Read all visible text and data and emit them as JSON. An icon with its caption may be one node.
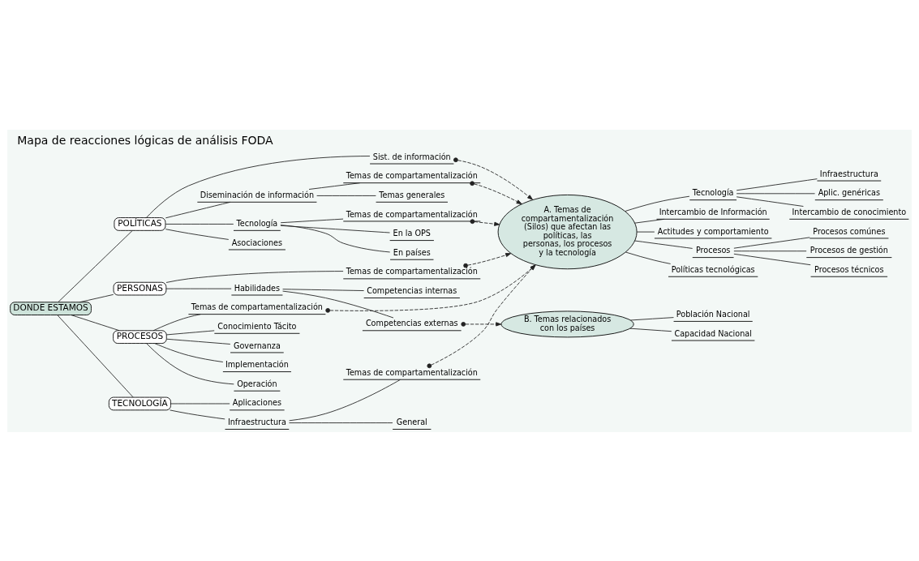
{
  "diagram": {
    "title": "Mapa de reacciones lógicas de análisis FODA",
    "nodes": [
      {
        "text": [
          "DONDE ESTAMOS"
        ]
      },
      {
        "text": [
          "POLÍTICAS"
        ]
      },
      {
        "text": [
          "Asociaciones"
        ]
      },
      {
        "text": [
          "Sist. de información"
        ]
      },
      {
        "text": [
          "Diseminación de información"
        ]
      },
      {
        "text": [
          "Temas generales"
        ]
      },
      {
        "text": [
          "Temas de compartamentalización"
        ]
      },
      {
        "text": [
          "Tecnología"
        ]
      },
      {
        "text": [
          "En la OPS"
        ]
      },
      {
        "text": [
          "En países"
        ]
      },
      {
        "text": [
          "Temas de compartamentalización"
        ]
      },
      {
        "text": [
          "PERSONAS"
        ]
      },
      {
        "text": [
          "Habilidades"
        ]
      },
      {
        "text": [
          "Competencias internas"
        ]
      },
      {
        "text": [
          "Competencias externas"
        ]
      },
      {
        "text": [
          "Temas de compartamentalización"
        ]
      },
      {
        "text": [
          "PROCESOS"
        ]
      },
      {
        "text": [
          "Governanza"
        ]
      },
      {
        "text": [
          "Implementación"
        ]
      },
      {
        "text": [
          "Operación"
        ]
      },
      {
        "text": [
          "Conocimiento Tácito"
        ]
      },
      {
        "text": [
          "Temas de compartamentalización"
        ]
      },
      {
        "text": [
          "TECNOLOGÍA"
        ]
      },
      {
        "text": [
          "Infraestructura"
        ]
      },
      {
        "text": [
          "General"
        ]
      },
      {
        "text": [
          "Temas de compartamentalización"
        ]
      },
      {
        "text": [
          "Aplicaciones"
        ]
      },
      {
        "text": [
          "A. Temas de compartamentalización (Silos) que afectan las políticas, las personas, los procesos y la tecnología"
        ]
      },
      {
        "text": [
          "Intercambio de Información"
        ]
      },
      {
        "text": [
          "Actitudes y comportamiento"
        ]
      },
      {
        "text": [
          "Procesos"
        ]
      },
      {
        "text": [
          "Procesos comúnes"
        ]
      },
      {
        "text": [
          "Procesos de gestión"
        ]
      },
      {
        "text": [
          "Procesos técnicos"
        ]
      },
      {
        "text": [
          "Políticas tecnológicas"
        ]
      },
      {
        "text": [
          "Tecnología"
        ]
      },
      {
        "text": [
          "Infraestructura"
        ]
      },
      {
        "text": [
          "Aplic. genéricas"
        ]
      },
      {
        "text": [
          "Intercambio de conocimiento"
        ]
      },
      {
        "text": [
          "B. Temas relacionados con los países"
        ]
      },
      {
        "text": [
          "Capacidad Nacional"
        ]
      },
      {
        "text": [
          "Población Nacional"
        ]
      }
    ],
    "edges": [
      {
        "from": 0,
        "to": 1,
        "arrow": "none"
      },
      {
        "from": 1,
        "to": 2,
        "arrow": "none"
      },
      {
        "from": 1,
        "to": 3,
        "arrow": "none"
      },
      {
        "from": 1,
        "to": 4,
        "arrow": "none"
      },
      {
        "from": 4,
        "to": 5,
        "arrow": "none"
      },
      {
        "from": 4,
        "to": 6,
        "arrow": "none"
      },
      {
        "from": 1,
        "to": 7,
        "arrow": "none"
      },
      {
        "from": 7,
        "to": 8,
        "arrow": "none"
      },
      {
        "from": 7,
        "to": 9,
        "arrow": "none"
      },
      {
        "from": 7,
        "to": 10,
        "arrow": "none"
      },
      {
        "from": 0,
        "to": 11,
        "arrow": "none"
      },
      {
        "from": 11,
        "to": 12,
        "arrow": "none"
      },
      {
        "from": 12,
        "to": 13,
        "arrow": "none"
      },
      {
        "from": 12,
        "to": 14,
        "arrow": "none"
      },
      {
        "from": 11,
        "to": 15,
        "arrow": "none"
      },
      {
        "from": 0,
        "to": 16,
        "arrow": "none"
      },
      {
        "from": 16,
        "to": 17,
        "arrow": "none"
      },
      {
        "from": 16,
        "to": 18,
        "arrow": "none"
      },
      {
        "from": 16,
        "to": 19,
        "arrow": "none"
      },
      {
        "from": 16,
        "to": 20,
        "arrow": "none"
      },
      {
        "from": 16,
        "to": 21,
        "arrow": "none"
      },
      {
        "from": 0,
        "to": 22,
        "arrow": "none"
      },
      {
        "from": 22,
        "to": 23,
        "arrow": "none"
      },
      {
        "from": 23,
        "to": 24,
        "arrow": "none"
      },
      {
        "from": 23,
        "to": 25,
        "arrow": "none"
      },
      {
        "from": 22,
        "to": 26,
        "arrow": "none"
      },
      {
        "from": 3,
        "to": 27,
        "arrow": "to",
        "style": "dashed"
      },
      {
        "from": 6,
        "to": 27,
        "arrow": "to",
        "style": "dashed"
      },
      {
        "from": 10,
        "to": 27,
        "arrow": "to",
        "style": "dashed"
      },
      {
        "from": 15,
        "to": 27,
        "arrow": "to",
        "style": "dashed"
      },
      {
        "from": 21,
        "to": 27,
        "arrow": "to",
        "style": "dashed"
      },
      {
        "from": 25,
        "to": 27,
        "arrow": "to",
        "style": "dashed"
      },
      {
        "from": 14,
        "to": 39,
        "arrow": "to",
        "style": "dashed"
      },
      {
        "from": 27,
        "to": 28,
        "arrow": "none"
      },
      {
        "from": 27,
        "to": 29,
        "arrow": "none"
      },
      {
        "from": 27,
        "to": 30,
        "arrow": "none"
      },
      {
        "from": 30,
        "to": 31,
        "arrow": "none"
      },
      {
        "from": 30,
        "to": 32,
        "arrow": "none"
      },
      {
        "from": 30,
        "to": 33,
        "arrow": "none"
      },
      {
        "from": 27,
        "to": 34,
        "arrow": "none"
      },
      {
        "from": 27,
        "to": 35,
        "arrow": "none"
      },
      {
        "from": 35,
        "to": 36,
        "arrow": "none"
      },
      {
        "from": 35,
        "to": 37,
        "arrow": "none"
      },
      {
        "from": 35,
        "to": 38,
        "arrow": "none"
      },
      {
        "from": 39,
        "to": 40,
        "arrow": "none"
      },
      {
        "from": 39,
        "to": 41,
        "arrow": "none"
      }
    ]
  }
}
